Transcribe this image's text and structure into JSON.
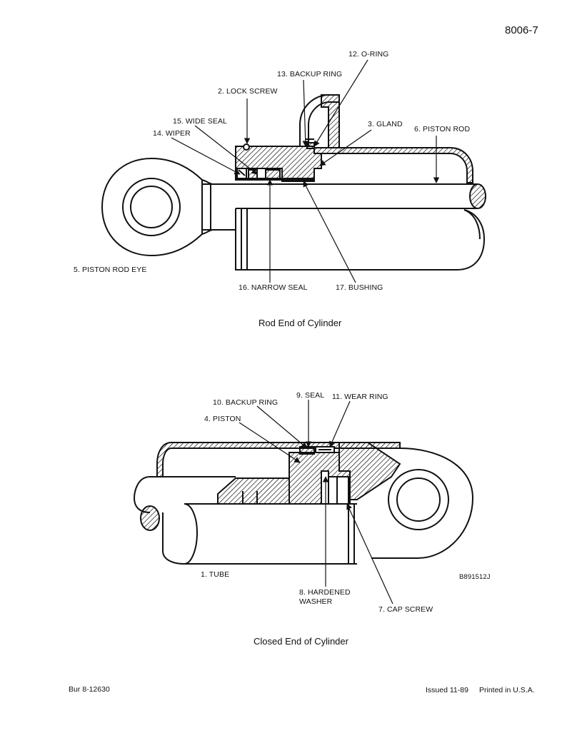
{
  "header": {
    "page_number": "8006-7"
  },
  "figure1": {
    "caption": "Rod End of Cylinder",
    "labels": {
      "o_ring": "12. O-RING",
      "backup_ring": "13. BACKUP RING",
      "lock_screw": "2. LOCK SCREW",
      "wide_seal": "15. WIDE SEAL",
      "wiper": "14. WIPER",
      "gland": "3. GLAND",
      "piston_rod": "6. PISTON ROD",
      "piston_rod_eye": "5. PISTON ROD EYE",
      "narrow_seal": "16. NARROW SEAL",
      "bushing": "17. BUSHING"
    }
  },
  "figure2": {
    "caption": "Closed End of Cylinder",
    "labels": {
      "backup_ring": "10. BACKUP RING",
      "seal": "9. SEAL",
      "wear_ring": "11. WEAR RING",
      "piston": "4. PISTON",
      "tube": "1. TUBE",
      "hardened_washer_1": "8. HARDENED",
      "hardened_washer_2": "WASHER",
      "cap_screw": "7. CAP SCREW",
      "drawing_id": "B891512J"
    }
  },
  "footer": {
    "doc_number": "Bur 8-12630",
    "issued": "Issued 11-89",
    "printed": "Printed in U.S.A."
  }
}
